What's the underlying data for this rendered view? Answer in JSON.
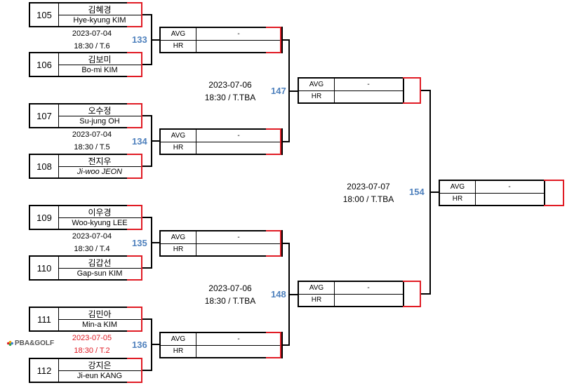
{
  "players": [
    {
      "seed": "105",
      "kor": "김혜경",
      "eng": "Hye-kyung KIM",
      "italic": false
    },
    {
      "seed": "106",
      "kor": "김보미",
      "eng": "Bo-mi KIM",
      "italic": false
    },
    {
      "seed": "107",
      "kor": "오수정",
      "eng": "Su-jung OH",
      "italic": false
    },
    {
      "seed": "108",
      "kor": "전지우",
      "eng": "Ji-woo JEON",
      "italic": true
    },
    {
      "seed": "109",
      "kor": "이우경",
      "eng": "Woo-kyung LEE",
      "italic": false
    },
    {
      "seed": "110",
      "kor": "김갑선",
      "eng": "Gap-sun KIM",
      "italic": false
    },
    {
      "seed": "111",
      "kor": "김민아",
      "eng": "Min-a KIM",
      "italic": false
    },
    {
      "seed": "112",
      "kor": "강지은",
      "eng": "Ji-eun KANG",
      "italic": false
    }
  ],
  "r1": [
    {
      "match": "133",
      "date": "2023-07-04",
      "time": "18:30 / T.6",
      "highlight": false
    },
    {
      "match": "134",
      "date": "2023-07-04",
      "time": "18:30 / T.5",
      "highlight": false
    },
    {
      "match": "135",
      "date": "2023-07-04",
      "time": "18:30 / T.4",
      "highlight": false
    },
    {
      "match": "136",
      "date": "2023-07-05",
      "time": "18:30 / T.2",
      "highlight": true
    }
  ],
  "r2": [
    {
      "match": "147",
      "date": "2023-07-06",
      "time": "18:30 / T.TBA"
    },
    {
      "match": "148",
      "date": "2023-07-06",
      "time": "18:30 / T.TBA"
    }
  ],
  "r3": {
    "match": "154",
    "date": "2023-07-07",
    "time": "18:00 / T.TBA"
  },
  "result_labels": {
    "avg": "AVG",
    "hr": "HR",
    "empty": "-"
  },
  "logo": {
    "text": "PBA&GOLF"
  },
  "colors": {
    "accent_red": "#e01b24",
    "match_blue": "#4f81bd"
  }
}
